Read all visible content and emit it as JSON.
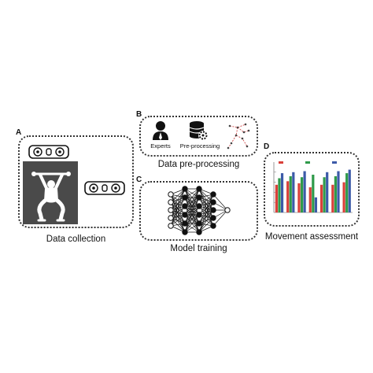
{
  "panels": {
    "a": {
      "letter": "A",
      "caption": "Data collection"
    },
    "b": {
      "letter": "B",
      "caption": "Data pre-processing",
      "experts_label": "Experts",
      "preprocessing_label": "Pre-processing"
    },
    "c": {
      "letter": "C",
      "caption": "Model training"
    },
    "d": {
      "letter": "D",
      "caption": "Movement assessment"
    }
  },
  "chart_data": {
    "type": "bar",
    "categories": [
      "",
      "",
      "",
      "",
      "",
      "",
      ""
    ],
    "series": [
      {
        "name": "",
        "color": "#d9403a",
        "values": [
          0.55,
          0.62,
          0.58,
          0.5,
          0.55,
          0.55,
          0.6
        ]
      },
      {
        "name": "",
        "color": "#2f9a4a",
        "values": [
          0.68,
          0.72,
          0.7,
          0.75,
          0.7,
          0.72,
          0.78
        ]
      },
      {
        "name": "",
        "color": "#3c5aa8",
        "values": [
          0.78,
          0.8,
          0.82,
          0.3,
          0.8,
          0.82,
          0.85
        ]
      }
    ],
    "ylim": [
      0,
      1
    ]
  }
}
